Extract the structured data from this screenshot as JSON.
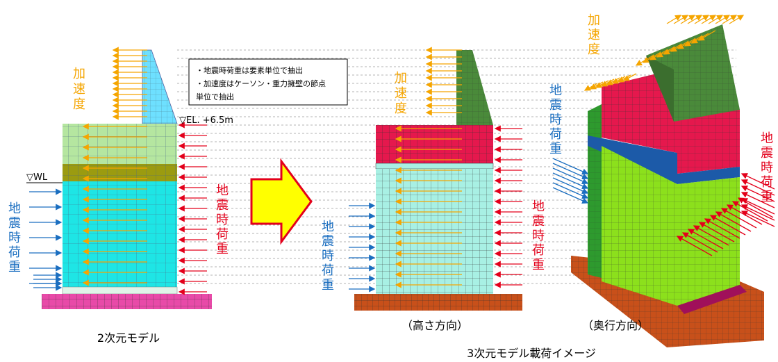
{
  "colors": {
    "orange": "#f5a500",
    "red": "#e3001b",
    "blue": "#1a6ec0",
    "lightGreen": "#b5e6a0",
    "olive": "#9b9b10",
    "cyan": "#1ee5e5",
    "palecyan": "#a8f0e4",
    "crimson": "#e5184d",
    "darkGreen": "#4a8a3a",
    "lime": "#8ce01c",
    "pink": "#e84aa8",
    "brown": "#c8501a",
    "yellow": "#ffff00",
    "navy": "#1c5aa8"
  },
  "note": {
    "line1": "・地震時荷重は要素単位で抽出",
    "line2": "・加速度はケーソン・重力擁壁の節点",
    "line3": "単位で抽出"
  },
  "labels": {
    "el": "▽EL. +6.5m",
    "wl": "▽WL",
    "accel": [
      "加",
      "速",
      "度"
    ],
    "seismic": [
      "地",
      "震",
      "時",
      "荷",
      "重"
    ]
  },
  "captions": {
    "model2d": "2次元モデル",
    "height": "（高さ方向）",
    "depth": "（奥行方向）",
    "model3d": "3次元モデル載荷イメージ"
  }
}
